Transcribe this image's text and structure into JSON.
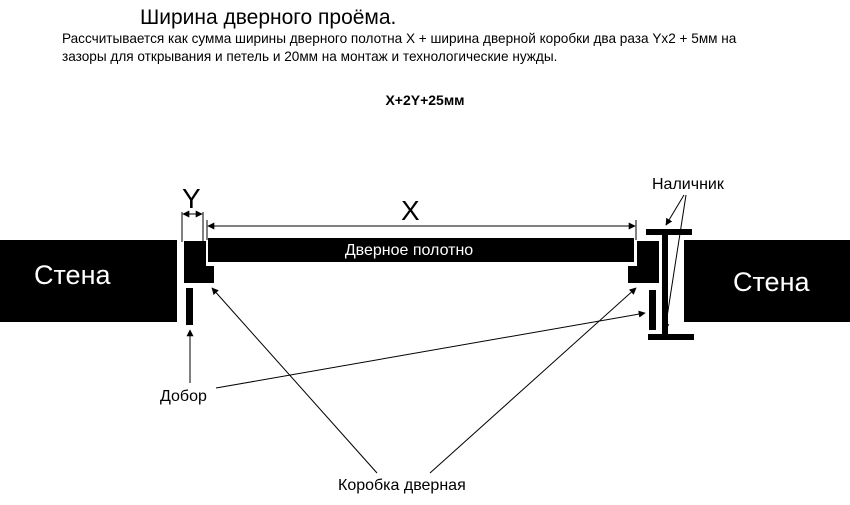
{
  "header": {
    "title": "Ширина дверного проёма.",
    "description": "Рассчитывается как  сумма ширины дверного полотна Х + ширина дверной коробки два раза Yx2 + 5мм на зазоры для открывания и петель и 20мм на монтаж и технологические нужды.",
    "formula": "X+2Y+25мм"
  },
  "diagram": {
    "wall_left_label": "Стена",
    "wall_right_label": "Стена",
    "door_leaf_label": "Дверное полотно",
    "dim_x_label": "X",
    "dim_y_label": "Y",
    "casing_label": "Наличник",
    "extension_label": "Добор",
    "frame_label": "Коробка дверная"
  }
}
